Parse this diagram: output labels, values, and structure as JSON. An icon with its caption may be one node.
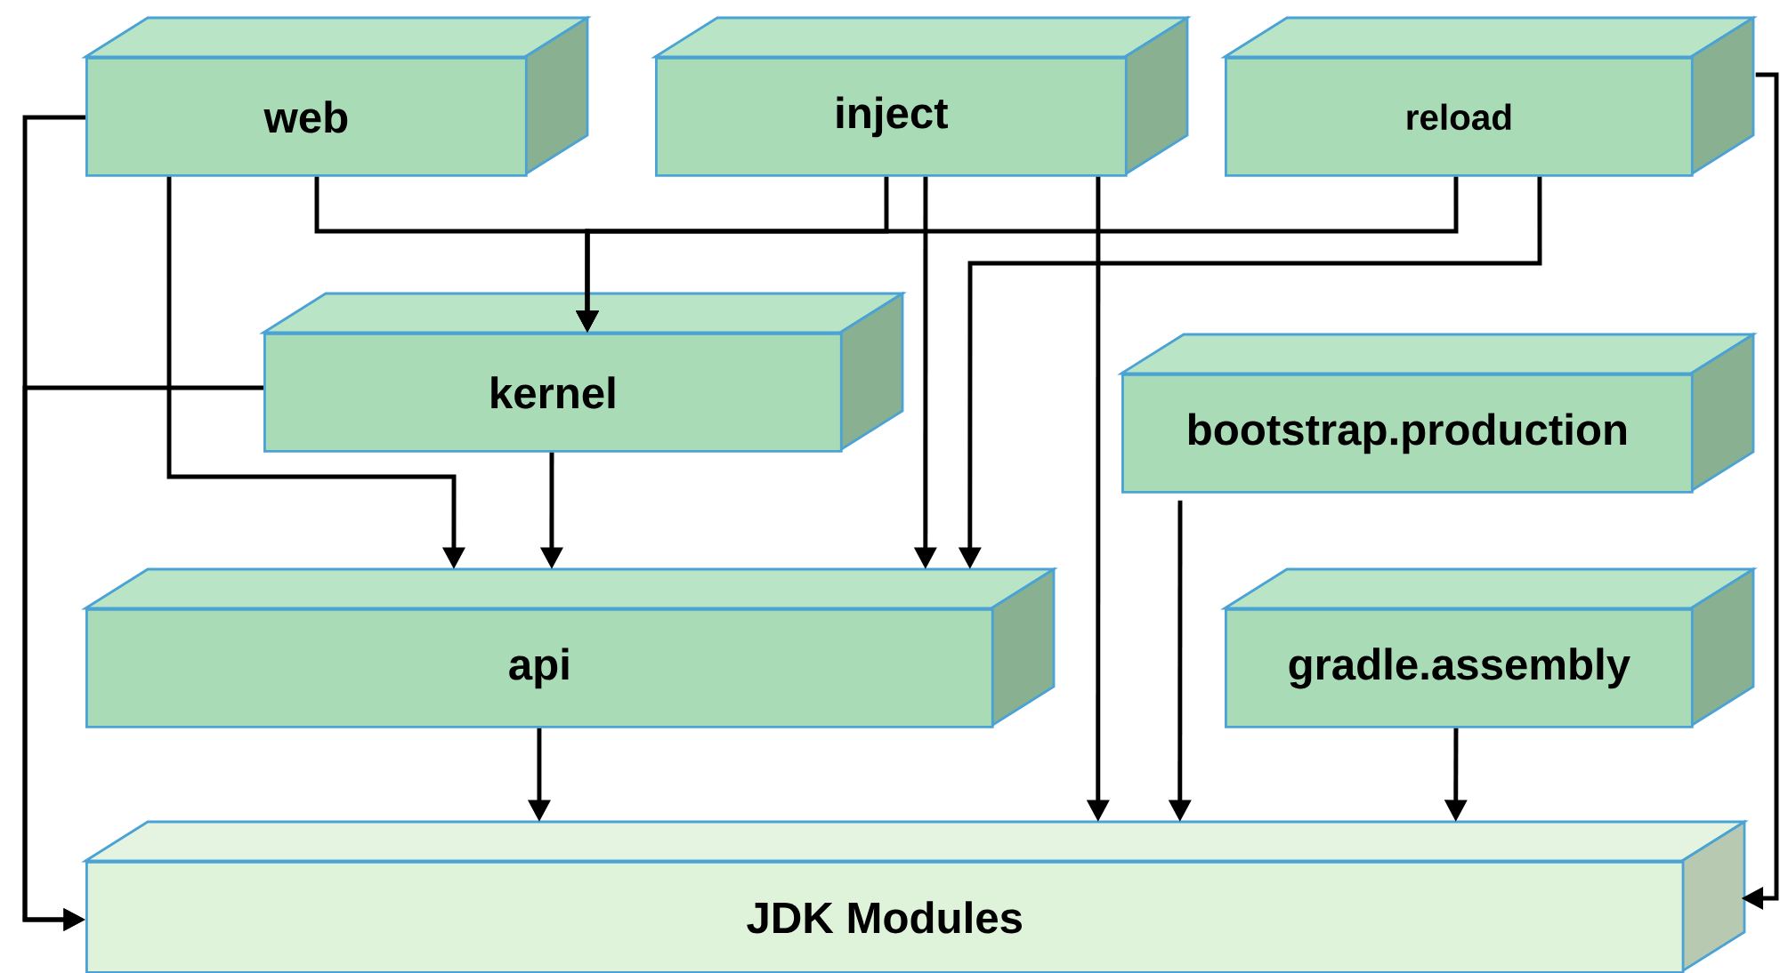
{
  "diagram": {
    "nodes": [
      {
        "text": [
          "web"
        ]
      },
      {
        "text": [
          "inject"
        ]
      },
      {
        "text": [
          "reload"
        ]
      },
      {
        "text": [
          "kernel"
        ]
      },
      {
        "text": [
          "bootstrap.production"
        ]
      },
      {
        "text": [
          "api"
        ]
      },
      {
        "text": [
          "gradle.assembly"
        ]
      },
      {
        "text": [
          "JDK Modules"
        ]
      }
    ],
    "edges": [
      {
        "from": 0,
        "to": 3,
        "arrow": "to"
      },
      {
        "from": 1,
        "to": 3,
        "arrow": "to"
      },
      {
        "from": 2,
        "to": 3,
        "arrow": "to"
      },
      {
        "from": 0,
        "to": 7,
        "arrow": "to"
      },
      {
        "from": 3,
        "to": 7,
        "arrow": "to"
      },
      {
        "from": 0,
        "to": 5,
        "arrow": "to"
      },
      {
        "from": 3,
        "to": 5,
        "arrow": "to"
      },
      {
        "from": 1,
        "to": 5,
        "arrow": "to"
      },
      {
        "from": 2,
        "to": 5,
        "arrow": "to"
      },
      {
        "from": 1,
        "to": 7,
        "arrow": "to"
      },
      {
        "from": 4,
        "to": 7,
        "arrow": "to"
      },
      {
        "from": 5,
        "to": 7,
        "arrow": "to"
      },
      {
        "from": 6,
        "to": 7,
        "arrow": "to"
      },
      {
        "from": 2,
        "to": 7,
        "arrow": "to"
      }
    ]
  }
}
